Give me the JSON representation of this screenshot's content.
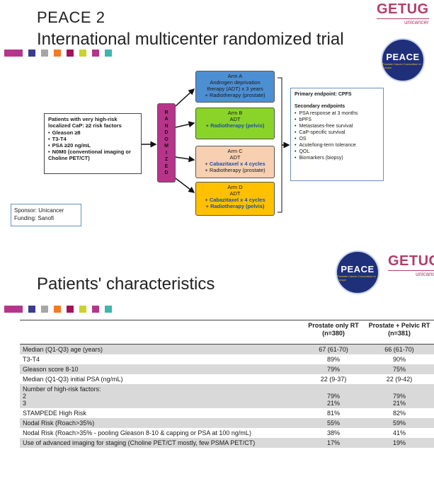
{
  "slide1": {
    "title_line1": "PEACE 2",
    "title_line2": "International multicenter randomized trial",
    "strip_colors": [
      "#b6358b",
      "#3b3b8f",
      "#a6a6a6",
      "#f47a20",
      "#a80f5c",
      "#c9d42a",
      "#b6358b",
      "#3bb6b0"
    ],
    "patients": {
      "heading": "Patients with very high-risk localized CaP: ≥2 risk factors",
      "items": [
        "Gleason ≥8",
        "T3-T4",
        "PSA ≥20 ng/mL",
        "N0M0 (conventional imaging or Choline PET/CT)"
      ]
    },
    "randomized_letters": [
      "R",
      "A",
      "N",
      "D",
      "O",
      "M",
      "I",
      "Z",
      "E",
      "D"
    ],
    "arms": {
      "a": {
        "name": "Arm A",
        "line1": "Androgen deprivation",
        "line2": "therapy (ADT) x 3 years",
        "line3": "+ Radiotherapy (prostate)",
        "color": "#4d8fd3"
      },
      "b": {
        "name": "Arm B",
        "line1": "ADT",
        "line2_prefix": "+ ",
        "line2_blue": "Radiotherapy (pelvis)",
        "color": "#8ad42a"
      },
      "c": {
        "name": "Arm C",
        "line1": "ADT",
        "line2_prefix": "+ ",
        "line2_blue": "Cabazitaxel x 4 cycles",
        "line3": "+ Radiotherapy (prostate)",
        "color": "#f7cfb1"
      },
      "d": {
        "name": "Arm D",
        "line1": "ADT",
        "line2_prefix": "+ ",
        "line2_blue": "Cabazitaxel x 4 cycles",
        "line3_prefix": "+ ",
        "line3_blue": "Radiotherapy (pelvis)",
        "color": "#ffc000"
      }
    },
    "endpoints": {
      "primary": "Primary endpoint: CPFS",
      "secondary_title": "Secondary endpoints",
      "items": [
        "PSA response at 3 months",
        "bPFS",
        "Metastases-free survival",
        "CaP-specific survival",
        "OS",
        "Acute/long-term tolerance",
        "QOL",
        "Biomarkers (biopsy)"
      ]
    },
    "sponsor": "Sponsor: Unicancer",
    "funding": "Funding: Sanofi"
  },
  "logos": {
    "getug": "GETUG",
    "getug_sub": "unicancer",
    "peace": "PEACE",
    "peace_sub": "Prostate Cancer Consortium in Europe"
  },
  "slide2": {
    "title": "Patients' characteristics",
    "col1_title": "Prostate only RT",
    "col1_n": "(n=380)",
    "col2_title": "Prostate + Pelvic RT",
    "col2_n": "(n=381)",
    "rows": [
      {
        "label": "Median (Q1-Q3) age (years)",
        "v1": "67 (61-70)",
        "v2": "66 (61-70)"
      },
      {
        "label": "T3-T4",
        "v1": "89%",
        "v2": "90%"
      },
      {
        "label": "Gleason score 8-10",
        "v1": "79%",
        "v2": "75%"
      },
      {
        "label": "Median (Q1-Q3) initial PSA (ng/mL)",
        "v1": "22 (9-37)",
        "v2": "22 (9-42)"
      },
      {
        "label": "Number of high-risk factors:",
        "sub": [
          "2",
          "3"
        ],
        "v1": [
          "79%",
          "21%"
        ],
        "v2": [
          "79%",
          "21%"
        ]
      },
      {
        "label": "STAMPEDE High Risk",
        "v1": "81%",
        "v2": "82%"
      },
      {
        "label": "Nodal Risk (Roach>35%)",
        "v1": "55%",
        "v2": "59%"
      },
      {
        "label": "Nodal Risk (Roach>35% - pooling Gleason 8-10 & capping or PSA at 100 ng/mL)",
        "v1": "38%",
        "v2": "41%"
      },
      {
        "label": "Use of advanced imaging for staging (Choline PET/CT mostly, few PSMA PET/CT)",
        "v1": "17%",
        "v2": "19%"
      }
    ]
  }
}
